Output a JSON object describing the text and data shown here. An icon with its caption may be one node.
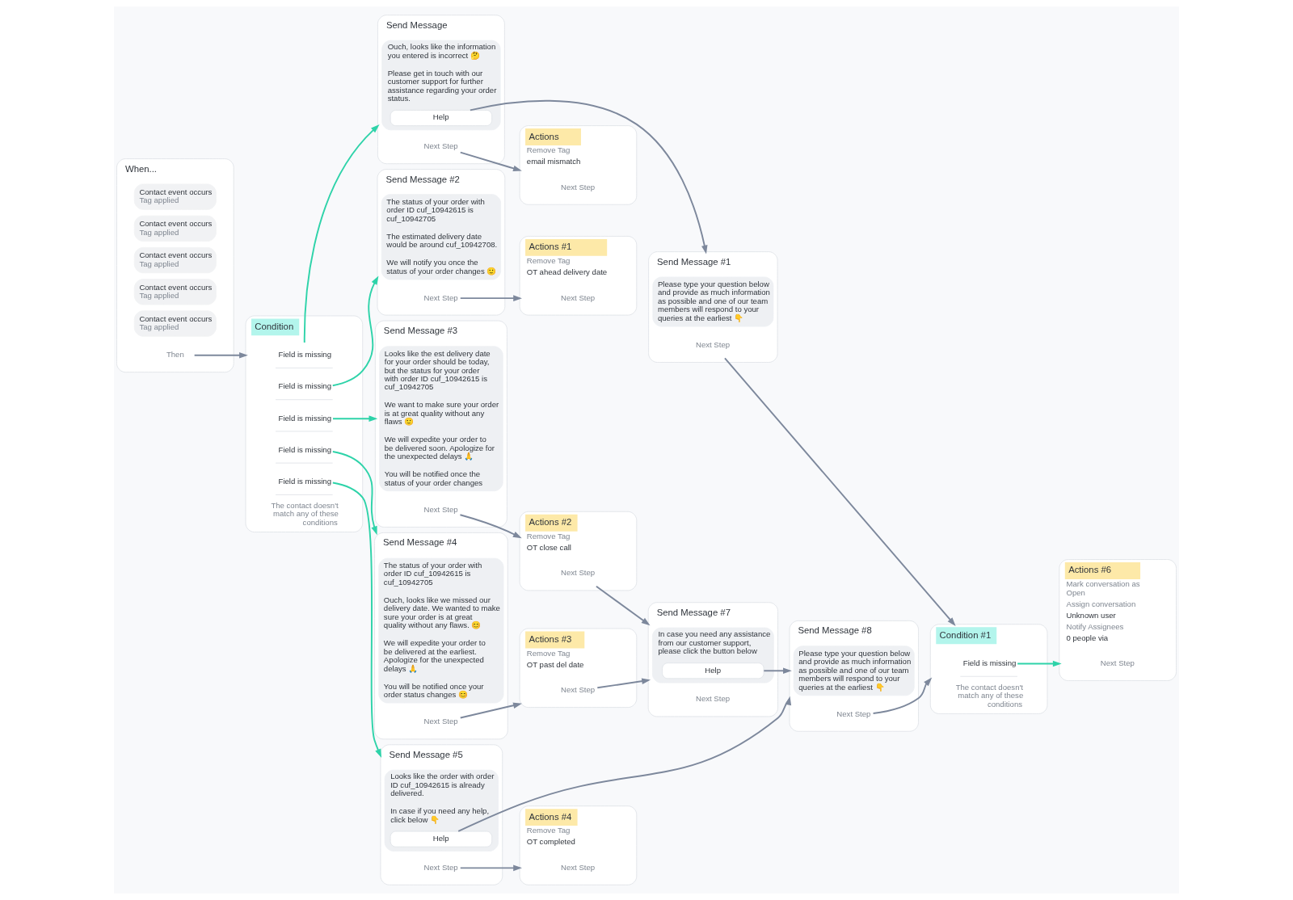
{
  "diagram": {
    "nodes": [
      {
        "text": [
          "When..."
        ]
      },
      {
        "text": [
          "Contact event occurs",
          "Tag applied"
        ],
        "in": 0
      },
      {
        "text": [
          "Contact event occurs",
          "Tag applied"
        ],
        "in": 0
      },
      {
        "text": [
          "Contact event occurs",
          "Tag applied"
        ],
        "in": 0
      },
      {
        "text": [
          "Contact event occurs",
          "Tag applied"
        ],
        "in": 0
      },
      {
        "text": [
          "Contact event occurs",
          "Tag applied"
        ],
        "in": 0
      },
      {
        "text": [
          "Then"
        ],
        "in": 0
      },
      {
        "text": [
          "Condition"
        ]
      },
      {
        "text": [
          "Field is missing"
        ],
        "in": 7
      },
      {
        "text": [
          "Field is missing"
        ],
        "in": 7
      },
      {
        "text": [
          "Field is missing"
        ],
        "in": 7
      },
      {
        "text": [
          "Field is missing"
        ],
        "in": 7
      },
      {
        "text": [
          "Field is missing"
        ],
        "in": 7
      },
      {
        "text": [
          "The contact doesn't match any of these conditions"
        ],
        "in": 7
      },
      {
        "text": [
          "Send Message"
        ]
      },
      {
        "text": [
          "Ouch, looks like the information you entered is incorrect 🤔",
          "Please get in touch with our customer support for further assistance regarding your order status."
        ],
        "in": 14
      },
      {
        "text": [
          "Help"
        ],
        "in": 15
      },
      {
        "text": [
          "Next Step"
        ],
        "in": 14
      },
      {
        "text": [
          "Send Message #1"
        ]
      },
      {
        "text": [
          "Please type your question below and provide as much information as possible and one of our team members will respond to your queries at the earliest 👇"
        ],
        "in": 18
      },
      {
        "text": [
          "Next Step"
        ],
        "in": 18
      },
      {
        "text": [
          "Actions",
          "Remove Tag",
          "email mismatch"
        ]
      },
      {
        "text": [
          "Next Step"
        ],
        "in": 21
      },
      {
        "text": [
          "Send Message #2"
        ]
      },
      {
        "text": [
          "The status of your order with order ID cuf_10942615 is cuf_10942705",
          "The estimated delivery date would be around cuf_10942708.",
          "We will notify you once the status of your order changes 🙂"
        ],
        "in": 23
      },
      {
        "text": [
          "Next Step"
        ],
        "in": 23
      },
      {
        "text": [
          "Actions #1",
          "Remove Tag",
          "OT ahead delivery date"
        ]
      },
      {
        "text": [
          "Next Step"
        ],
        "in": 26
      },
      {
        "text": [
          "Send Message #3"
        ]
      },
      {
        "text": [
          "Looks like the est delivery date for your order should be today, but the status for your order with order ID cuf_10942615 is cuf_10942705",
          "We want to make sure your order is at great quality without any flaws 🙂",
          "We will expedite your order to be delivered soon. Apologize for the unexpected delays 🙏",
          "You will be notified once the status of your order changes"
        ],
        "in": 28
      },
      {
        "text": [
          "Next Step"
        ],
        "in": 28
      },
      {
        "text": [
          "Actions #2",
          "Remove Tag",
          "OT close call"
        ]
      },
      {
        "text": [
          "Next Step"
        ],
        "in": 31
      },
      {
        "text": [
          "Send Message #4"
        ]
      },
      {
        "text": [
          "The status of your order with order ID cuf_10942615 is cuf_10942705",
          "Ouch, looks like we missed our delivery date. We wanted to make sure your order is at great quality without any flaws. 😊",
          "We will expedite your order to be delivered at the earliest. Apologize for the unexpected delays 🙏",
          "You will be notified once your order status changes 😊"
        ],
        "in": 33
      },
      {
        "text": [
          "Next Step"
        ],
        "in": 33
      },
      {
        "text": [
          "Actions #3",
          "Remove Tag",
          "OT past del date"
        ]
      },
      {
        "text": [
          "Next Step"
        ],
        "in": 36
      },
      {
        "text": [
          "Send Message #5"
        ]
      },
      {
        "text": [
          "Looks like the order with order ID cuf_10942615 is already delivered.",
          "In case if you need any help, click below 👇"
        ],
        "in": 38
      },
      {
        "text": [
          "Help"
        ],
        "in": 39
      },
      {
        "text": [
          "Next Step"
        ],
        "in": 38
      },
      {
        "text": [
          "Actions #4",
          "Remove Tag",
          "OT completed"
        ]
      },
      {
        "text": [
          "Next Step"
        ],
        "in": 42
      },
      {
        "text": [
          "Send Message #7"
        ]
      },
      {
        "text": [
          "In case you need any assistance from our customer support, please click the button below"
        ],
        "in": 44
      },
      {
        "text": [
          "Help"
        ],
        "in": 45
      },
      {
        "text": [
          "Next Step"
        ],
        "in": 44
      },
      {
        "text": [
          "Send Message #8"
        ]
      },
      {
        "text": [
          "Please type your question below and provide as much information as possible and one of our team members will respond to your queries at the earliest 👇"
        ],
        "in": 48
      },
      {
        "text": [
          "Next Step"
        ],
        "in": 48
      },
      {
        "text": [
          "Condition #1"
        ]
      },
      {
        "text": [
          "Field is missing"
        ],
        "in": 51
      },
      {
        "text": [
          "The contact doesn't match any of these conditions"
        ],
        "in": 51
      },
      {
        "text": [
          "Actions #6",
          "Mark conversation as Open",
          "Assign conversation",
          "Unknown user",
          "Notify Assignees",
          "0 people via"
        ]
      },
      {
        "text": [
          "Next Step"
        ],
        "in": 54
      }
    ],
    "edges": [
      {
        "from": 6,
        "to": 7,
        "arrow": "to"
      },
      {
        "from": 8,
        "to": 14,
        "arrow": "to",
        "color": "#2ed3a9"
      },
      {
        "from": 9,
        "to": 23,
        "arrow": "to",
        "color": "#2ed3a9"
      },
      {
        "from": 10,
        "to": 28,
        "arrow": "to",
        "color": "#2ed3a9"
      },
      {
        "from": 11,
        "to": 33,
        "arrow": "to",
        "color": "#2ed3a9"
      },
      {
        "from": 12,
        "to": 38,
        "arrow": "to",
        "color": "#2ed3a9"
      },
      {
        "from": 16,
        "to": 18,
        "arrow": "to"
      },
      {
        "from": 17,
        "to": 21,
        "arrow": "to"
      },
      {
        "from": 20,
        "to": 51,
        "arrow": "to"
      },
      {
        "from": 25,
        "to": 26,
        "arrow": "to"
      },
      {
        "from": 30,
        "to": 31,
        "arrow": "to"
      },
      {
        "from": 32,
        "to": 44,
        "arrow": "to"
      },
      {
        "from": 35,
        "to": 36,
        "arrow": "to"
      },
      {
        "from": 37,
        "to": 44,
        "arrow": "to"
      },
      {
        "from": 40,
        "to": 48,
        "arrow": "to"
      },
      {
        "from": 41,
        "to": 42,
        "arrow": "to"
      },
      {
        "from": 46,
        "to": 48,
        "arrow": "to"
      },
      {
        "from": 50,
        "to": 51,
        "arrow": "to"
      },
      {
        "from": 52,
        "to": 54,
        "arrow": "to",
        "color": "#2ed3a9"
      }
    ]
  }
}
